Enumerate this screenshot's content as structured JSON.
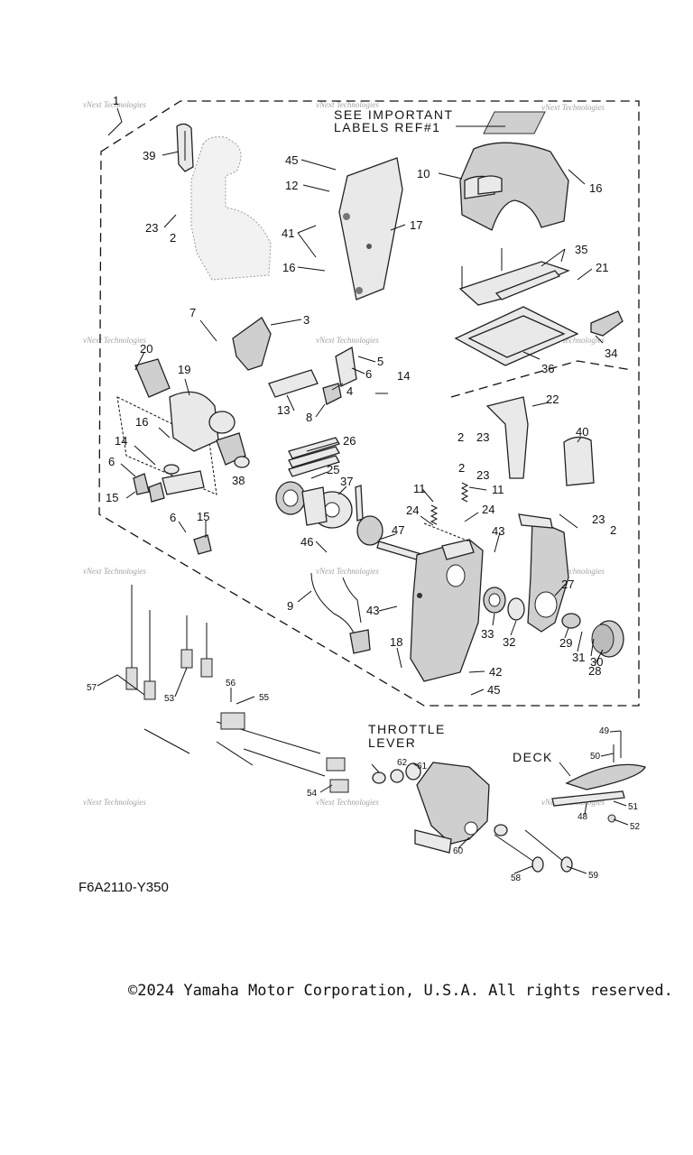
{
  "diagram": {
    "callouts": {
      "n1": "1",
      "n2a": "2",
      "n2b": "2",
      "n2c": "2",
      "n2d": "2",
      "n3": "3",
      "n4": "4",
      "n5": "5",
      "n6a": "6",
      "n6b": "6",
      "n6c": "6",
      "n7": "7",
      "n8": "8",
      "n9": "9",
      "n10": "10",
      "n11a": "11",
      "n11b": "11",
      "n12": "12",
      "n13": "13",
      "n14a": "14",
      "n14b": "14",
      "n15a": "15",
      "n15b": "15",
      "n16a": "16",
      "n16b": "16",
      "n16c": "16",
      "n17": "17",
      "n18": "18",
      "n19": "19",
      "n20": "20",
      "n21": "21",
      "n22": "22",
      "n23a": "23",
      "n23b": "23",
      "n23c": "23",
      "n23d": "23",
      "n24a": "24",
      "n24b": "24",
      "n25": "25",
      "n26": "26",
      "n27": "27",
      "n28": "28",
      "n29": "29",
      "n30": "30",
      "n31": "31",
      "n32": "32",
      "n33": "33",
      "n34": "34",
      "n35": "35",
      "n36": "36",
      "n37": "37",
      "n38": "38",
      "n39": "39",
      "n40": "40",
      "n41": "41",
      "n42": "42",
      "n43a": "43",
      "n43b": "43",
      "n45a": "45",
      "n45b": "45",
      "n46": "46",
      "n47": "47",
      "n48": "48",
      "n49": "49",
      "n50": "50",
      "n51": "51",
      "n52": "52",
      "n53": "53",
      "n54": "54",
      "n55": "55",
      "n56": "56",
      "n57": "57",
      "n58": "58",
      "n59": "59",
      "n60": "60",
      "n61": "61",
      "n62": "62"
    },
    "labels": {
      "important_line1": "SEE IMPORTANT",
      "important_line2": "LABELS REF#1",
      "throttle_line1": "THROTTLE",
      "throttle_line2": "LEVER",
      "deck": "DECK"
    },
    "watermark": "vNext Technologies",
    "diagram_code": "F6A2110-Y350"
  },
  "footer": {
    "copyright": "©2024 Yamaha Motor Corporation, U.S.A. All rights reserved."
  }
}
